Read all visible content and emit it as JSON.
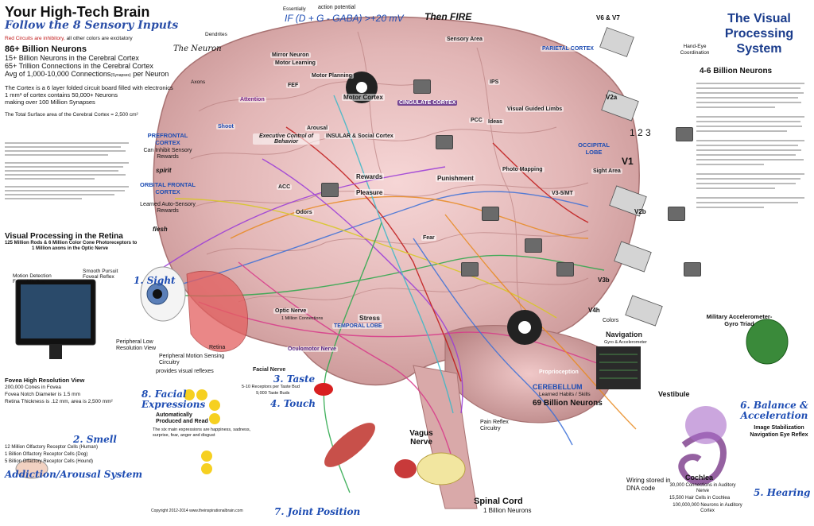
{
  "header": {
    "title": "Your High-Tech Brain",
    "subtitle": "Follow the 8 Sensory Inputs",
    "legend_red": "Red Circuits are inhibitory,",
    "legend_rest": "all other colors are excitatory"
  },
  "stats": {
    "neurons": "86+ Billion Neurons",
    "l1": "15+ Billion Neurons in the Cerebral Cortex",
    "l2": "65+ Trillion Connections in the Cerebral Cortex",
    "l3": "Avg of 1,000-10,000 Connections",
    "l3b": "(Synapses)",
    "l3c": "per Neuron",
    "l4": "The Cortex is a 6 layer folded circuit board filled with electronics",
    "l5": "1 mm³ of cortex contains 50,000+ Neurons",
    "l6": "making over 100 Million Synapses",
    "l7": "The Total Surface area of the Cerebral Cortex = 2,500 cm²"
  },
  "top_formula": {
    "essentially": "Essentially",
    "action": "action potential",
    "formula": "IF (D + G - GABA) >+20 mV",
    "then": "Then FIRE"
  },
  "visual_system": {
    "title1": "The Visual",
    "title2": "Processing",
    "title3": "System",
    "neurons": "4-6 Billion Neurons",
    "v6v7": "V6 & V7",
    "hand_eye": "Hand-Eye Coordination",
    "parietal": "PARIETAL CORTEX",
    "occipital": "OCCIPITAL LOBE",
    "v1": "V1",
    "v2a": "V2a",
    "v2b": "V2b",
    "v3b": "V3b",
    "v4h": "V4h",
    "colors": "Colors",
    "numbers": "1 2 3"
  },
  "brain_labels": {
    "neuron": "The Neuron",
    "dendrites": "Dendrites",
    "axons": "Axons",
    "attention": "Attention",
    "fef": "FEF",
    "motor_cortex": "Motor Cortex",
    "cingulate": "CINGULATE CORTEX",
    "sensory_area": "Sensory Area",
    "ips": "IPS",
    "pcc": "PCC",
    "ideas": "Ideas",
    "visual_guided": "Visual Guided Limbs",
    "prefrontal": "PREFRONTAL CORTEX",
    "prefrontal_sub": "Can Inhibit Sensory Rewards",
    "spirit": "spirit",
    "orbital": "ORBITAL FRONTAL CORTEX",
    "orbital_sub": "Learned Auto-Sensory Rewards",
    "flesh": "flesh",
    "executive": "Executive Control of Behavior",
    "insular": "INSULAR & Social Cortex",
    "acc": "ACC",
    "rewards": "Rewards",
    "pleasure": "Pleasure",
    "punishment": "Punishment",
    "odors": "Odors",
    "fear": "Fear",
    "stress": "Stress",
    "temporal": "TEMPORAL LOBE",
    "optic_nerve": "Optic Nerve",
    "optic_sub": "1 Million Connections",
    "oculomotor": "Oculomotor Nerve",
    "facial_nerve": "Facial Nerve",
    "v35": "V3-5/MT",
    "sight_area": "Sight Area",
    "photo_mapping": "Photo Mapping",
    "navigation": "Navigation",
    "navigation_sub": "Gyro & Accelerometer",
    "proprioception": "Proprioception",
    "cerebellum": "CEREBELLUM",
    "cerebellum_sub": "Learned Habits / Skills",
    "cerebellum_n": "69 Billion Neurons",
    "vagus": "Vagus Nerve",
    "vestibule": "Vestibule",
    "cochlea": "Cochlea",
    "cochlea_sub1": "30,000 Connections in Auditory Nerve",
    "cochlea_sub2": "15,500 Hair Cells in Cochlea",
    "cochlea_sub3": "100,000,000 Neurons in Auditory Cortex",
    "spinal_cord": "Spinal Cord",
    "spinal_sub": "1 Billion Neurons",
    "wiring": "Wiring stored in DNA code",
    "pain_reflex": "Pain Reflex Circuitry",
    "military": "Military Accelerometer-Gyro Triad",
    "image_stab": "Image Stabilization Navigation Eye Reflex",
    "mirror_neuron": "Mirror Neuron",
    "motor_learning": "Motor Learning",
    "motor_planning": "Motor Planning",
    "arousal": "Arousal",
    "shoot": "Shoot",
    "retina": "Retina"
  },
  "senses": {
    "sight": "1. Sight",
    "smell": "2. Smell",
    "taste": "3. Taste",
    "touch": "4. Touch",
    "balance": "6. Balance & Acceleration",
    "hearing": "5. Hearing",
    "joint": "7. Joint Position",
    "facial": "8. Facial Expressions",
    "addiction": "Addiction/Arousal System"
  },
  "retina": {
    "title": "Visual Processing in the Retina",
    "sub1": "125 Million Rods & 6 Million Color Cone Photoreceptors to",
    "sub2": "1 Million axons in the Optic Nerve",
    "motion": "Motion Detection Foveal Reflex",
    "smooth": "Smooth Pursuit Foveal Reflex",
    "peripheral_low": "Peripheral Low Resolution View",
    "peripheral_motion": "Peripheral Motion Sensing Circuitry",
    "provides": "provides visual reflexes",
    "fovea": "Fovea High Resolution View",
    "cones": "200,000 Cones in Fovea",
    "diam": "Fovea Notch Diameter is 1.5 mm",
    "thick": "Retina Thickness is .12 mm, area is 2,500 mm²"
  },
  "smell": {
    "l1": "12 Million Olfactory Receptor Cells (Human)",
    "l2": "1 Billion Olfactory Receptor Cells (Dog)",
    "l3": "5 Billion Olfactory Receptor Cells (Hound)"
  },
  "taste": {
    "sub1": "5-10 Receptors per Taste Bud",
    "sub2": "9,000 Taste Buds"
  },
  "facial": {
    "sub": "Automatically Produced and Read",
    "desc": "The six main expressions are happiness, sadness, surprise, fear, anger and disgust"
  },
  "footer": {
    "copyright": "Copyright 2012-2014 www.theinspirationalbrain.com"
  }
}
